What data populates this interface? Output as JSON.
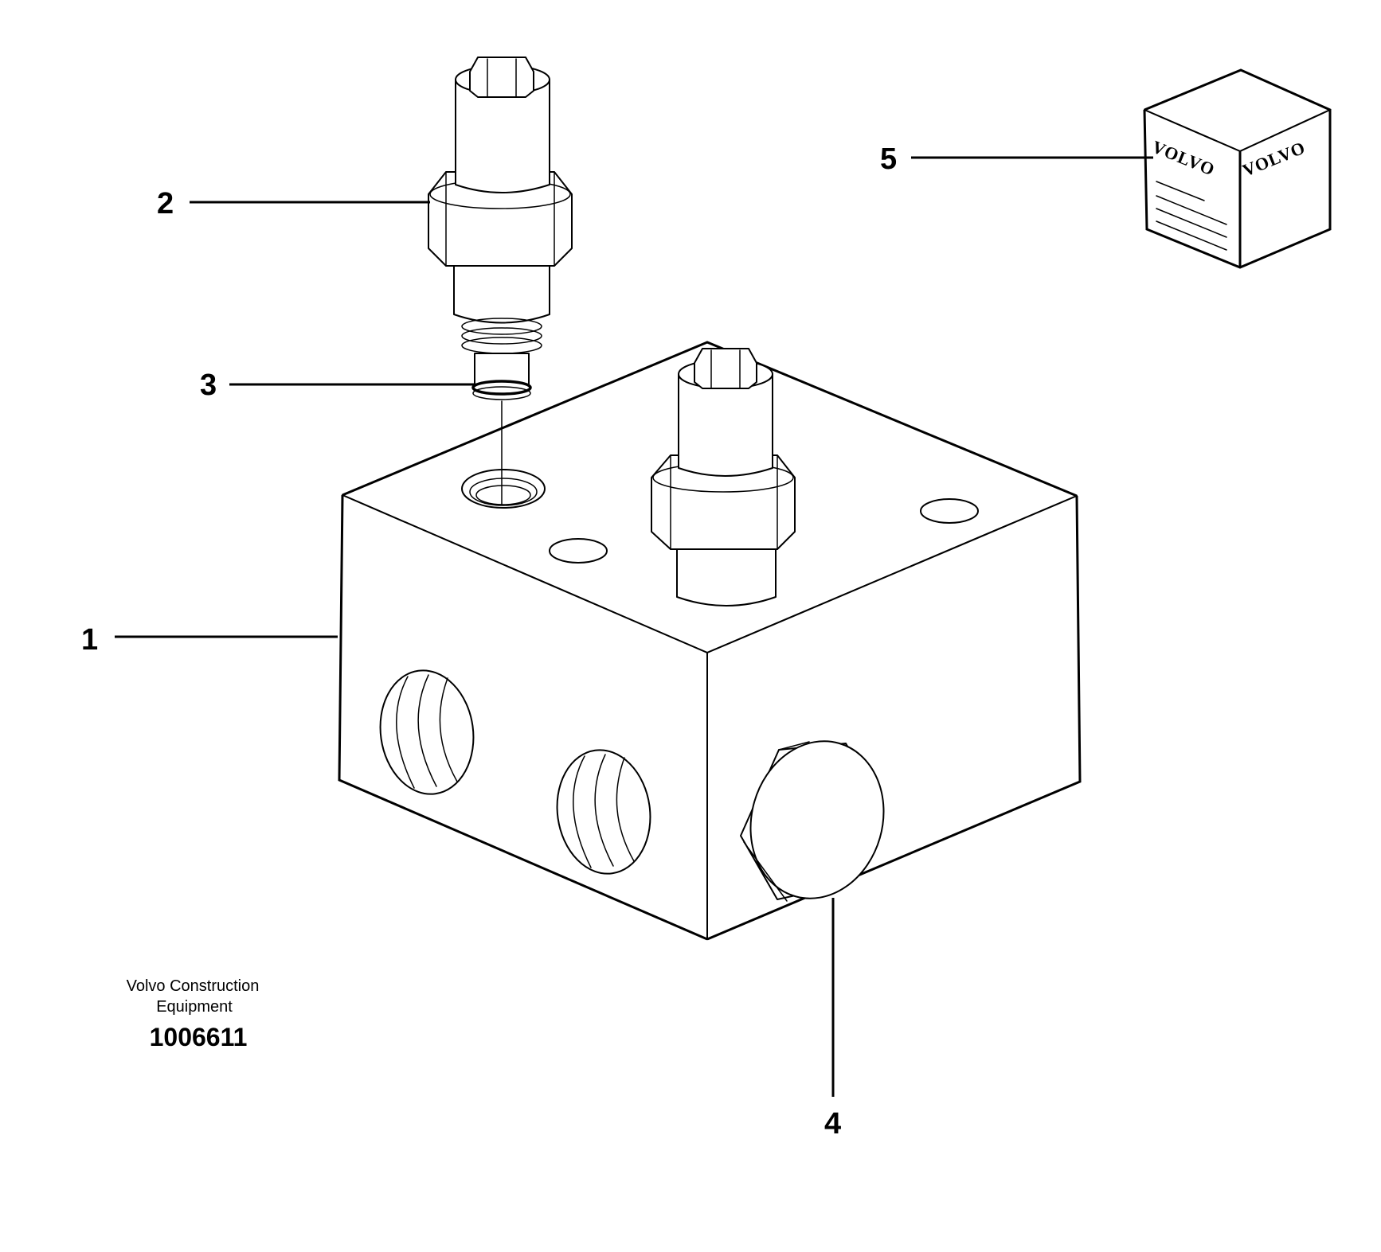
{
  "callouts": {
    "c1": "1",
    "c2": "2",
    "c3": "3",
    "c4": "4",
    "c5": "5"
  },
  "cube": {
    "brand_left": "VOLVO",
    "brand_right": "VOLVO"
  },
  "footer": {
    "line1": "Volvo Construction",
    "line2": "Equipment",
    "code": "1006611"
  }
}
